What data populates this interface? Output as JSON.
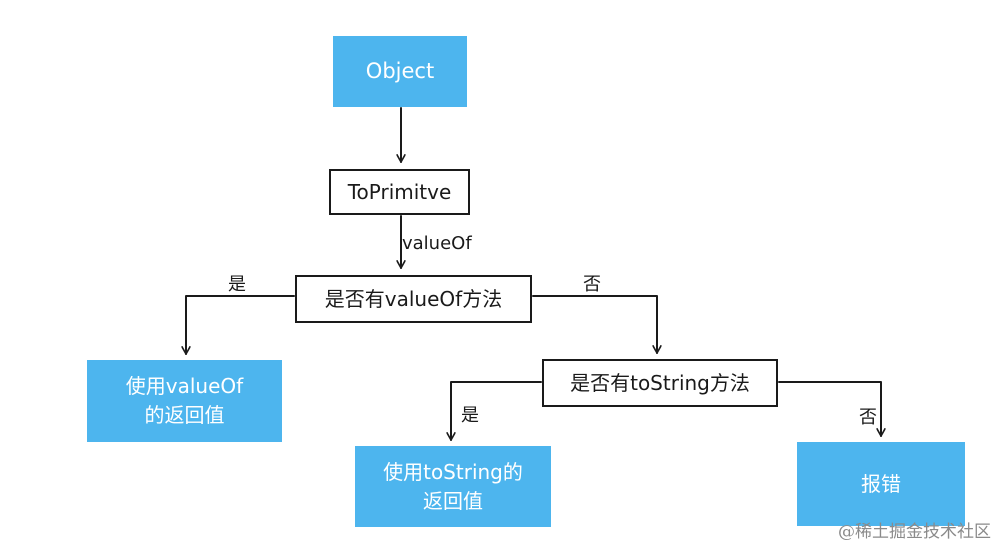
{
  "nodes": {
    "object": "Object",
    "to_primitive": "ToPrimitve",
    "has_valueof": "是否有valueOf方法",
    "has_tostring": "是否有toString方法",
    "use_valueof": [
      "使用valueOf",
      "的返回值"
    ],
    "use_tostring": [
      "使用toString的",
      "返回值"
    ],
    "error": "报错"
  },
  "edge_labels": {
    "valueof": "valueOf",
    "yes_1": "是",
    "no_1": "否",
    "yes_2": "是",
    "no_2": "否"
  },
  "watermark": "@稀土掘金技术社区",
  "colors": {
    "filled_node": "#4db5ee",
    "line": "#1a1a1a"
  }
}
